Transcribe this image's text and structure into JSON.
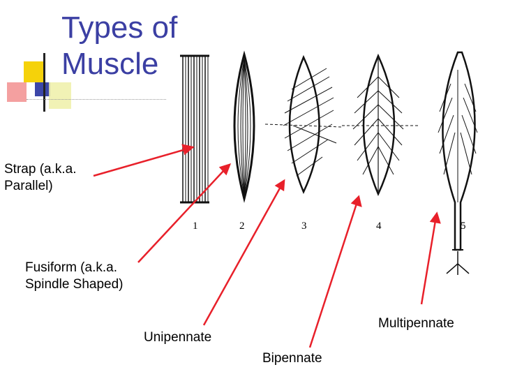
{
  "title": {
    "line1": "Types of",
    "line2": "Muscle"
  },
  "figure_numbers": [
    "1",
    "2",
    "3",
    "4",
    "5"
  ],
  "labels": {
    "strap": {
      "line1": "Strap (a.k.a.",
      "line2": "Parallel)"
    },
    "fusiform": {
      "line1": "Fusiform (a.k.a.",
      "line2": "Spindle Shaped)"
    },
    "unipennate": "Unipennate",
    "bipennate": "Bipennate",
    "multipennate": "Multipennate"
  },
  "colors": {
    "title": "#3b3fa3",
    "arrow": "#e8202a",
    "deco_yellow": "#f5d20a",
    "deco_red": "#f07a7a",
    "deco_blue": "#3c46a8"
  }
}
